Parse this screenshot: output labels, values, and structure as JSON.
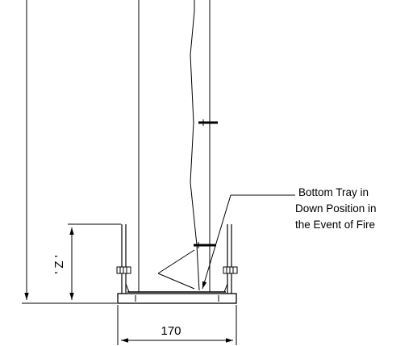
{
  "drawing": {
    "callout": {
      "line1": "Bottom Tray in",
      "line2": "Down Position in",
      "line3": "the Event of Fire"
    },
    "dim_height_label": "' Z '",
    "dim_width_label": "170"
  }
}
